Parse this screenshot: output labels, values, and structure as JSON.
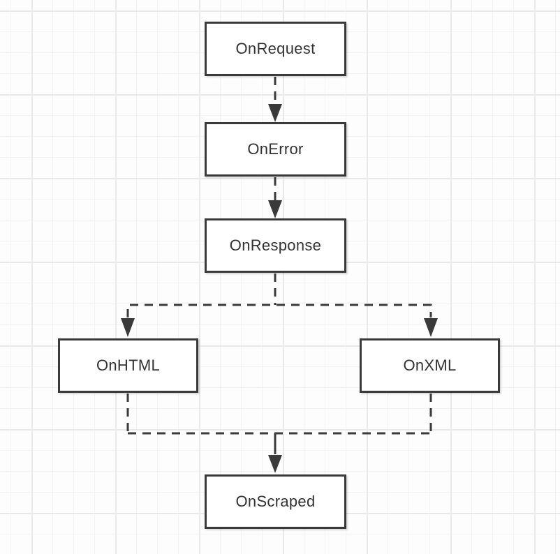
{
  "diagram": {
    "type": "flowchart",
    "nodes": [
      {
        "id": "onrequest",
        "label": "OnRequest"
      },
      {
        "id": "onerror",
        "label": "OnError"
      },
      {
        "id": "onresponse",
        "label": "OnResponse"
      },
      {
        "id": "onhtml",
        "label": "OnHTML"
      },
      {
        "id": "onxml",
        "label": "OnXML"
      },
      {
        "id": "onscraped",
        "label": "OnScraped"
      }
    ],
    "edges": [
      {
        "from": "OnRequest",
        "to": "OnError",
        "style": "dashed-arrow"
      },
      {
        "from": "OnError",
        "to": "OnResponse",
        "style": "dashed-arrow"
      },
      {
        "from": "OnResponse",
        "to": "OnHTML",
        "style": "dashed-arrow"
      },
      {
        "from": "OnResponse",
        "to": "OnXML",
        "style": "dashed-arrow"
      },
      {
        "from": "OnHTML",
        "to": "OnScraped",
        "style": "dashed-arrow"
      },
      {
        "from": "OnXML",
        "to": "OnScraped",
        "style": "dashed-arrow"
      }
    ],
    "colors": {
      "node_border": "#3a3a3a",
      "node_fill": "#ffffff",
      "label_text": "#333333",
      "connector": "#3a3a3a",
      "background": "#fdfdfd",
      "grid_minor": "#f2f2f2",
      "grid_major": "#e9e9e9"
    }
  }
}
